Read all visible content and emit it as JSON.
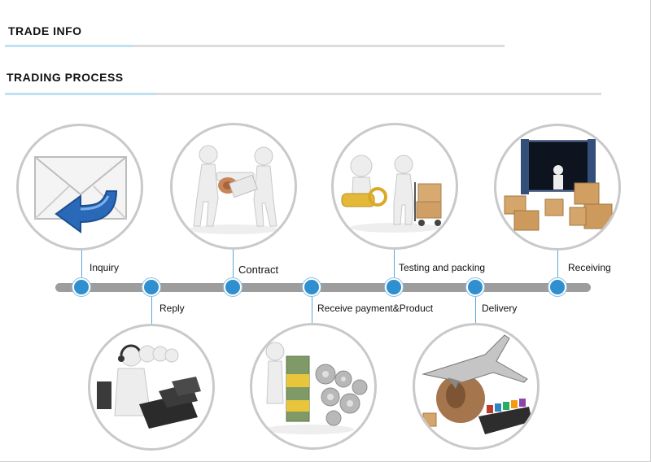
{
  "headings": {
    "trade_info": "TRADE  INFO",
    "trading_process": "TRADING  PROCESS"
  },
  "colors": {
    "node": "#2f8fcf",
    "bar": "#9d9d9d",
    "rule": "#dcdcdc",
    "rule_accent": "#bfe1f2",
    "circle_border": "#c9c9c9"
  },
  "steps": [
    {
      "label": "Inquiry",
      "icon": "envelope-reply-icon"
    },
    {
      "label": "Reply",
      "icon": "customer-service-agents-icon"
    },
    {
      "label": "Contract",
      "icon": "handshake-contract-icon"
    },
    {
      "label": "Receive payment&Product",
      "icon": "money-gears-icon"
    },
    {
      "label": "Testing and packing",
      "icon": "inspection-packing-icon"
    },
    {
      "label": "Delivery",
      "icon": "plane-globe-ship-icon"
    },
    {
      "label": "Receiving",
      "icon": "container-boxes-icon"
    }
  ]
}
